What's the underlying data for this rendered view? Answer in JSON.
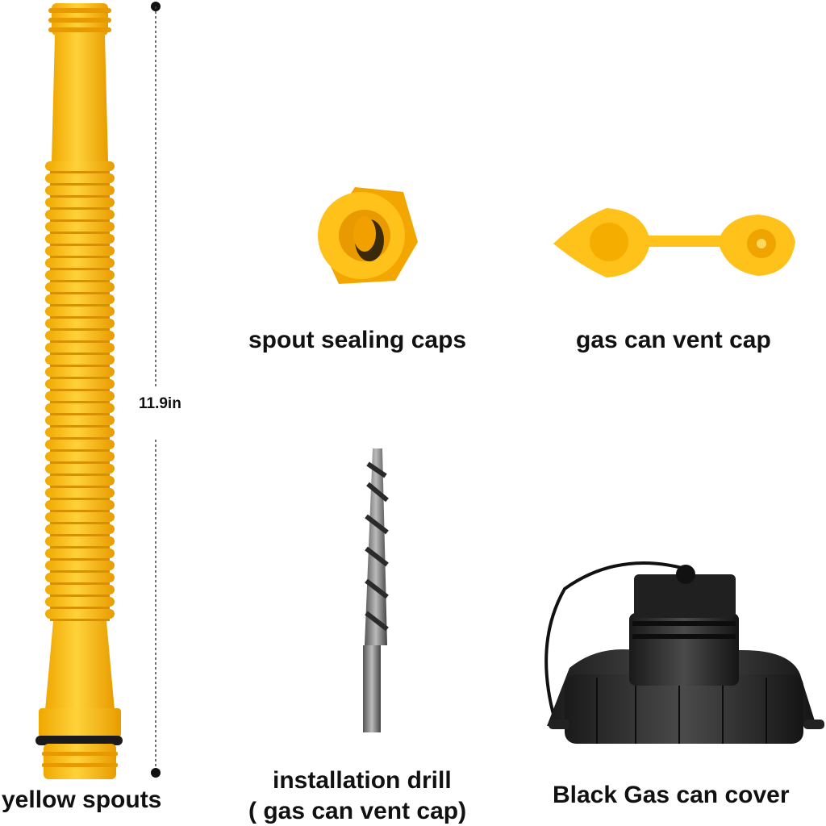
{
  "products": {
    "spout": {
      "label": "yellow spouts",
      "length": "11.9in",
      "icon": "yellow-spout-icon"
    },
    "sealing_caps": {
      "label": "spout sealing caps",
      "icon": "sealing-cap-icon"
    },
    "vent_cap": {
      "label": "gas can vent cap",
      "icon": "vent-cap-icon"
    },
    "drill": {
      "label_line1": "installation drill",
      "label_line2": "( gas can vent cap)",
      "icon": "drill-bit-icon"
    },
    "cover": {
      "label": "Black Gas can cover",
      "icon": "gas-can-cover-icon"
    }
  },
  "colors": {
    "yellow": "#ffc21a",
    "yellow_dark": "#e8a200",
    "black": "#1c1c1c",
    "text": "#111111"
  }
}
